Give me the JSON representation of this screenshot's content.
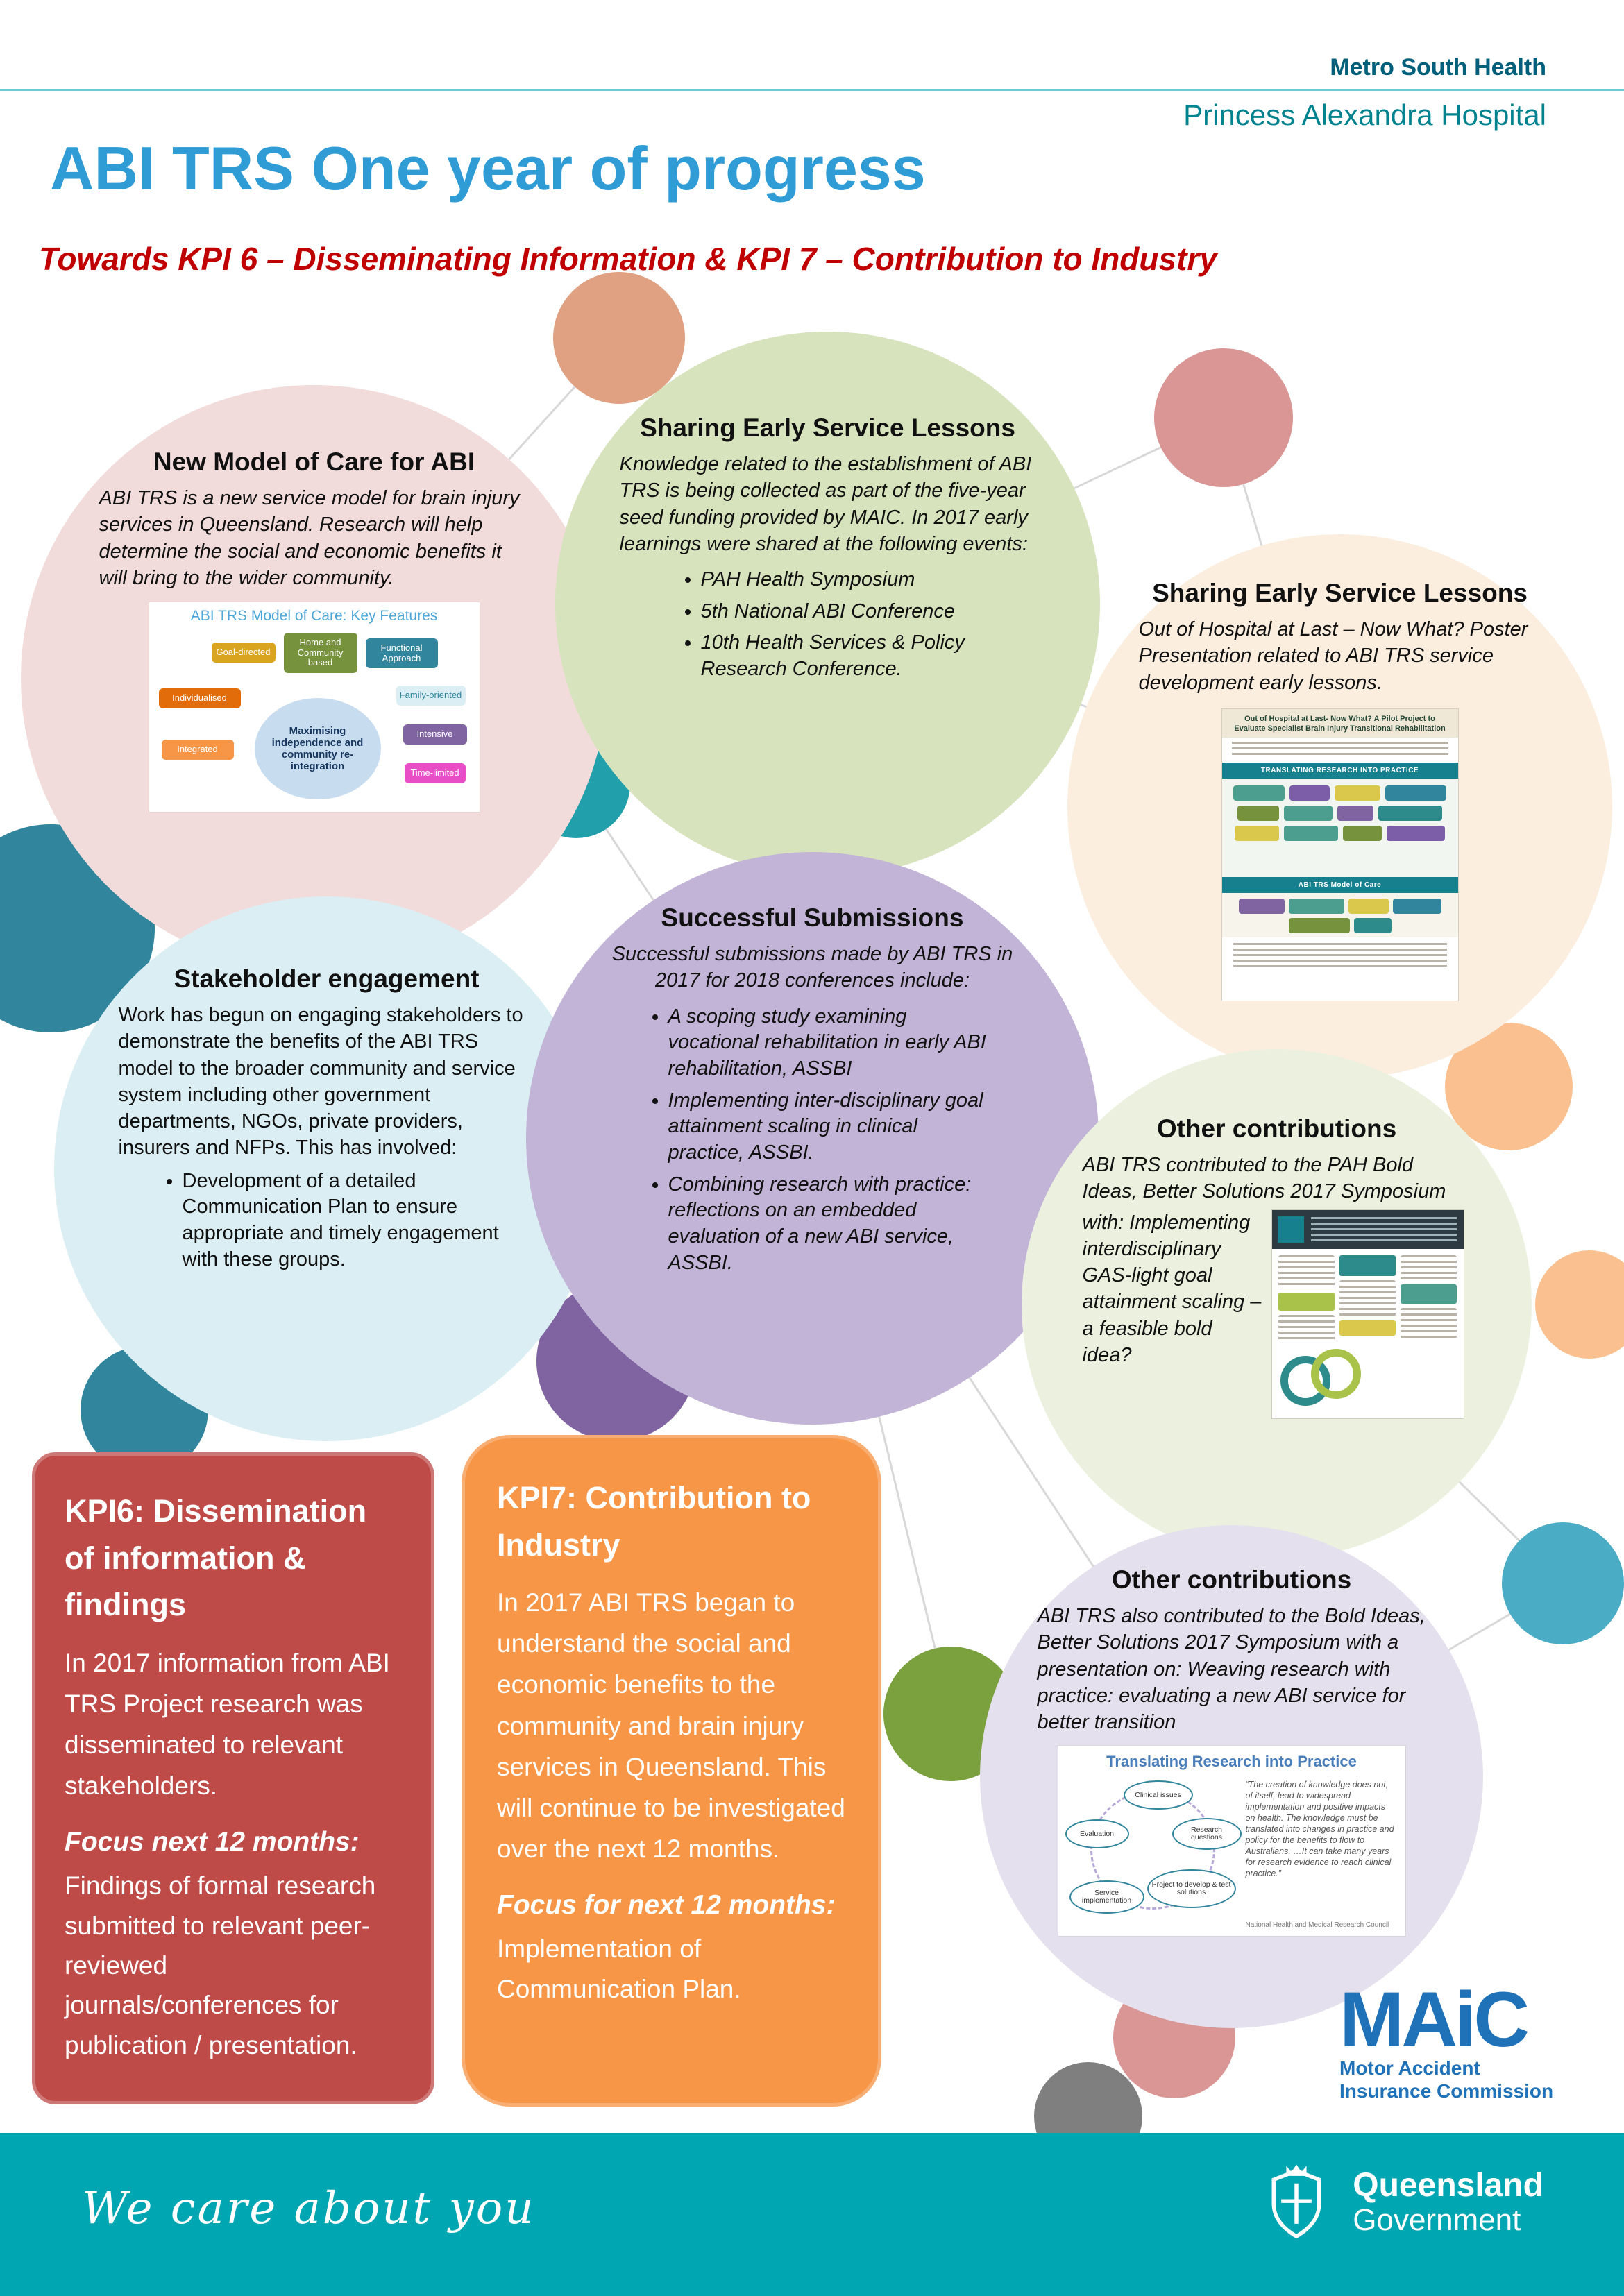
{
  "colors": {
    "brand_teal": "#00A6B2",
    "title_blue": "#2F9CD6",
    "subtitle_red": "#C00000",
    "kpi6_red": "#BE4B48",
    "kpi7_orange": "#F79646",
    "maic_blue": "#1F71B8"
  },
  "header": {
    "org": "Metro South Health",
    "hospital": "Princess Alexandra Hospital",
    "title": "ABI TRS One year of progress",
    "subtitle": "Towards KPI 6 – Disseminating Information & KPI 7 – Contribution to Industry"
  },
  "bubbles": {
    "new_model": {
      "title": "New Model of Care for ABI",
      "body": "ABI TRS is a new service model for brain injury services in Queensland. Research will help determine the social and economic benefits it will bring to the wider community.",
      "diagram": {
        "title": "ABI TRS Model of Care: Key Features",
        "center": "Maximising independence and community re-integration",
        "features": [
          "Goal-directed",
          "Home and Community based",
          "Functional Approach",
          "Family-oriented",
          "Individualised",
          "Intensive",
          "Integrated",
          "Time-limited"
        ]
      }
    },
    "sharing_lessons": {
      "title": "Sharing Early Service Lessons",
      "body": "Knowledge related to the establishment of ABI TRS is being collected as part of the five-year seed funding provided by MAIC. In 2017 early learnings were shared at the following events:",
      "bullets": [
        "PAH Health Symposium",
        "5th National ABI Conference",
        "10th Health Services & Policy Research Conference."
      ]
    },
    "sharing_poster": {
      "title": "Sharing Early Service Lessons",
      "body": "Out of Hospital at Last – Now What? Poster Presentation related to ABI TRS service development early lessons.",
      "poster_title": "Out of Hospital at Last- Now What? A Pilot Project to Evaluate Specialist Brain Injury Transitional Rehabilitation",
      "poster_band": "TRANSLATING RESEARCH INTO PRACTICE",
      "poster_band2": "ABI TRS Model of Care"
    },
    "stakeholder": {
      "title": "Stakeholder engagement",
      "body": "Work has begun on engaging stakeholders to demonstrate the benefits of the ABI TRS model to the broader community and service system including other government departments, NGOs, private providers, insurers and NFPs. This has involved:",
      "bullets": [
        "Development of a detailed Communication Plan to ensure appropriate and timely engagement with these groups."
      ]
    },
    "submissions": {
      "title": "Successful Submissions",
      "intro": "Successful submissions made by ABI TRS in 2017 for 2018 conferences include:",
      "bullets": [
        "A scoping study examining vocational rehabilitation in early ABI rehabilitation, ASSBI",
        "Implementing inter-disciplinary goal attainment scaling in clinical practice, ASSBI.",
        "Combining research with practice: reflections on an embedded evaluation of a new ABI service, ASSBI."
      ]
    },
    "other_contrib_1": {
      "title": "Other contributions",
      "body_top": "ABI TRS contributed to the PAH Bold Ideas, Better Solutions 2017 Symposium",
      "body_side": "with:  Implementing interdisciplinary GAS-light goal attainment scaling – a feasible bold idea?"
    },
    "other_contrib_2": {
      "title": "Other contributions",
      "body": "ABI TRS also contributed to the Bold Ideas, Better Solutions 2017 Symposium with a presentation on: Weaving research with practice: evaluating a new ABI service for better transition",
      "diagram": {
        "title": "Translating Research into Practice",
        "steps": [
          "Clinical issues",
          "Research questions",
          "Project to develop & test solutions",
          "Service implementation",
          "Evaluation"
        ],
        "quote": "“The creation of knowledge does not, of itself, lead to widespread implementation and positive impacts on health. The knowledge must be translated into changes in practice and policy for the benefits to flow to Australians. …It can take many years for research evidence to reach clinical practice.”",
        "attribution": "National Health and Medical Research Council"
      }
    }
  },
  "kpi6": {
    "title": "KPI6: Dissemination of information & findings",
    "body": "In 2017 information from ABI TRS Project research was disseminated to relevant stakeholders.",
    "focus_label": "Focus next 12 months:",
    "focus_body": "Findings of formal research submitted to relevant peer-reviewed journals/conferences for publication / presentation."
  },
  "kpi7": {
    "title": "KPI7: Contribution to Industry",
    "body": "In 2017 ABI TRS began to understand the social and economic benefits to the community and brain injury services in Queensland. This will continue to be investigated over the next 12 months.",
    "focus_label": "Focus for next 12 months:",
    "focus_body": "Implementation of Communication Plan."
  },
  "maic": {
    "wordmark": "MAiC",
    "line1": "Motor Accident",
    "line2": "Insurance Commission"
  },
  "footer": {
    "tagline": "We care about you",
    "gov_line1": "Queensland",
    "gov_line2": "Government"
  }
}
